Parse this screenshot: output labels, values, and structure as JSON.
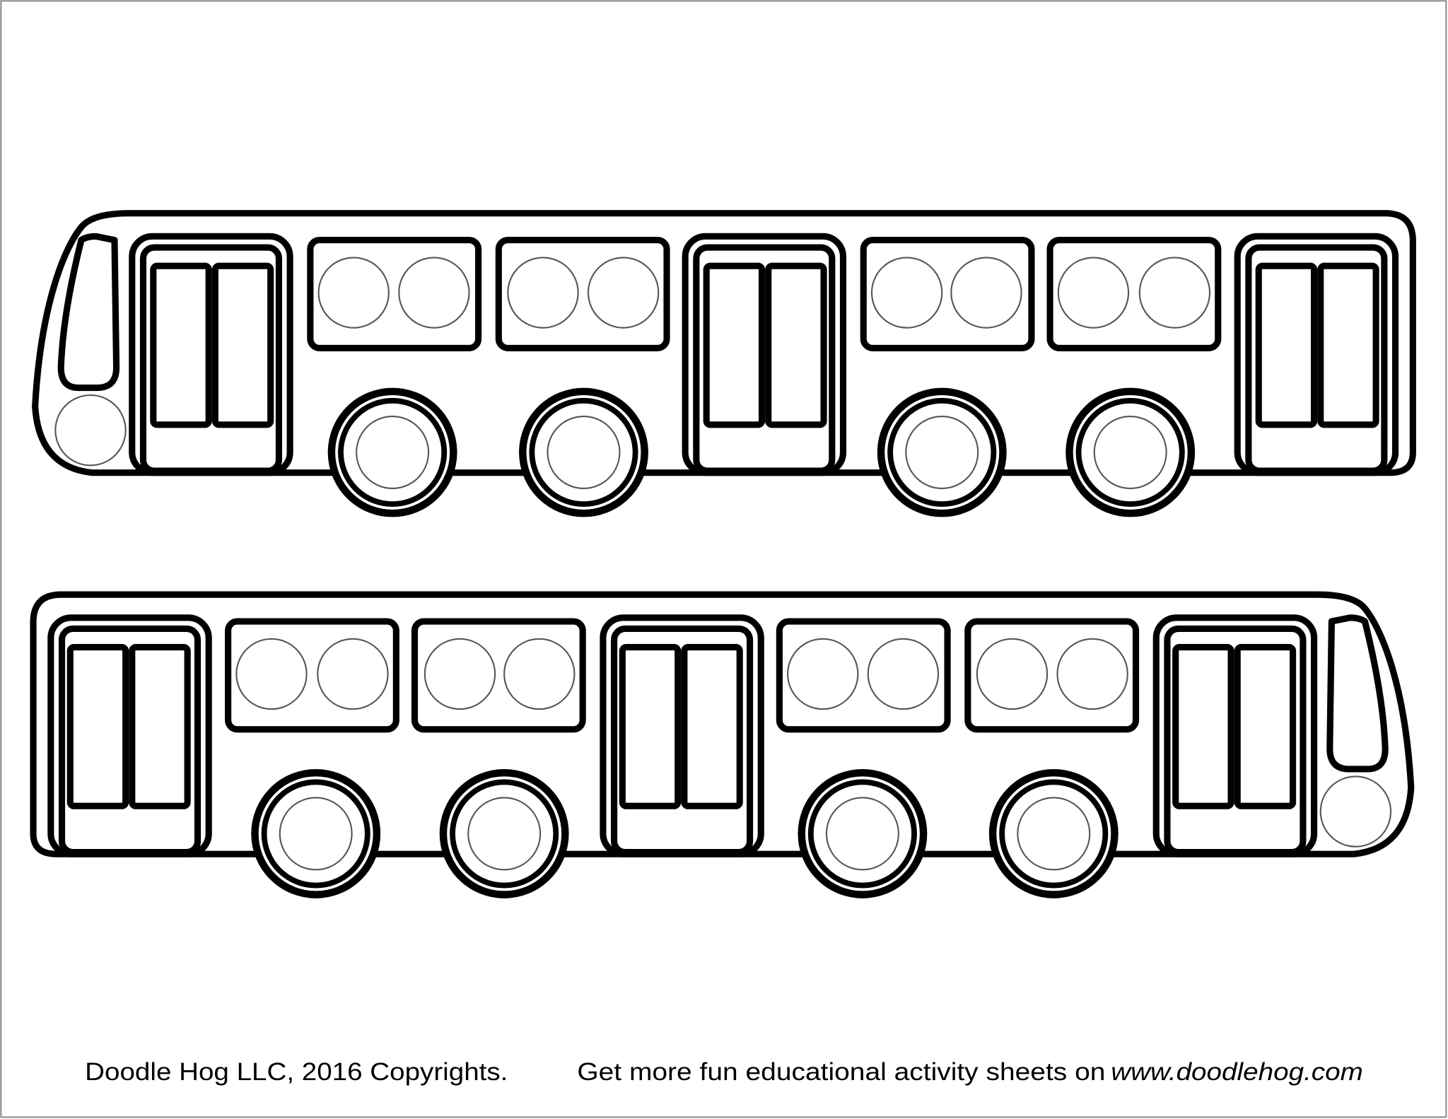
{
  "sheet": {
    "footer": {
      "copyright": "Doodle Hog LLC, 2016 Copyrights.",
      "promo_prefix": "Get more fun educational activity sheets on ",
      "website": "www.doodlehog.com"
    },
    "buses": [
      {
        "name": "bus-facing-left",
        "facing": "left",
        "doors": 3,
        "windows": 4,
        "wheels": 4
      },
      {
        "name": "bus-facing-right",
        "facing": "right",
        "doors": 3,
        "windows": 4,
        "wheels": 4
      }
    ],
    "colors": {
      "line": "#000000",
      "detail": "#555555",
      "background": "#ffffff",
      "frame": "#888888"
    }
  }
}
